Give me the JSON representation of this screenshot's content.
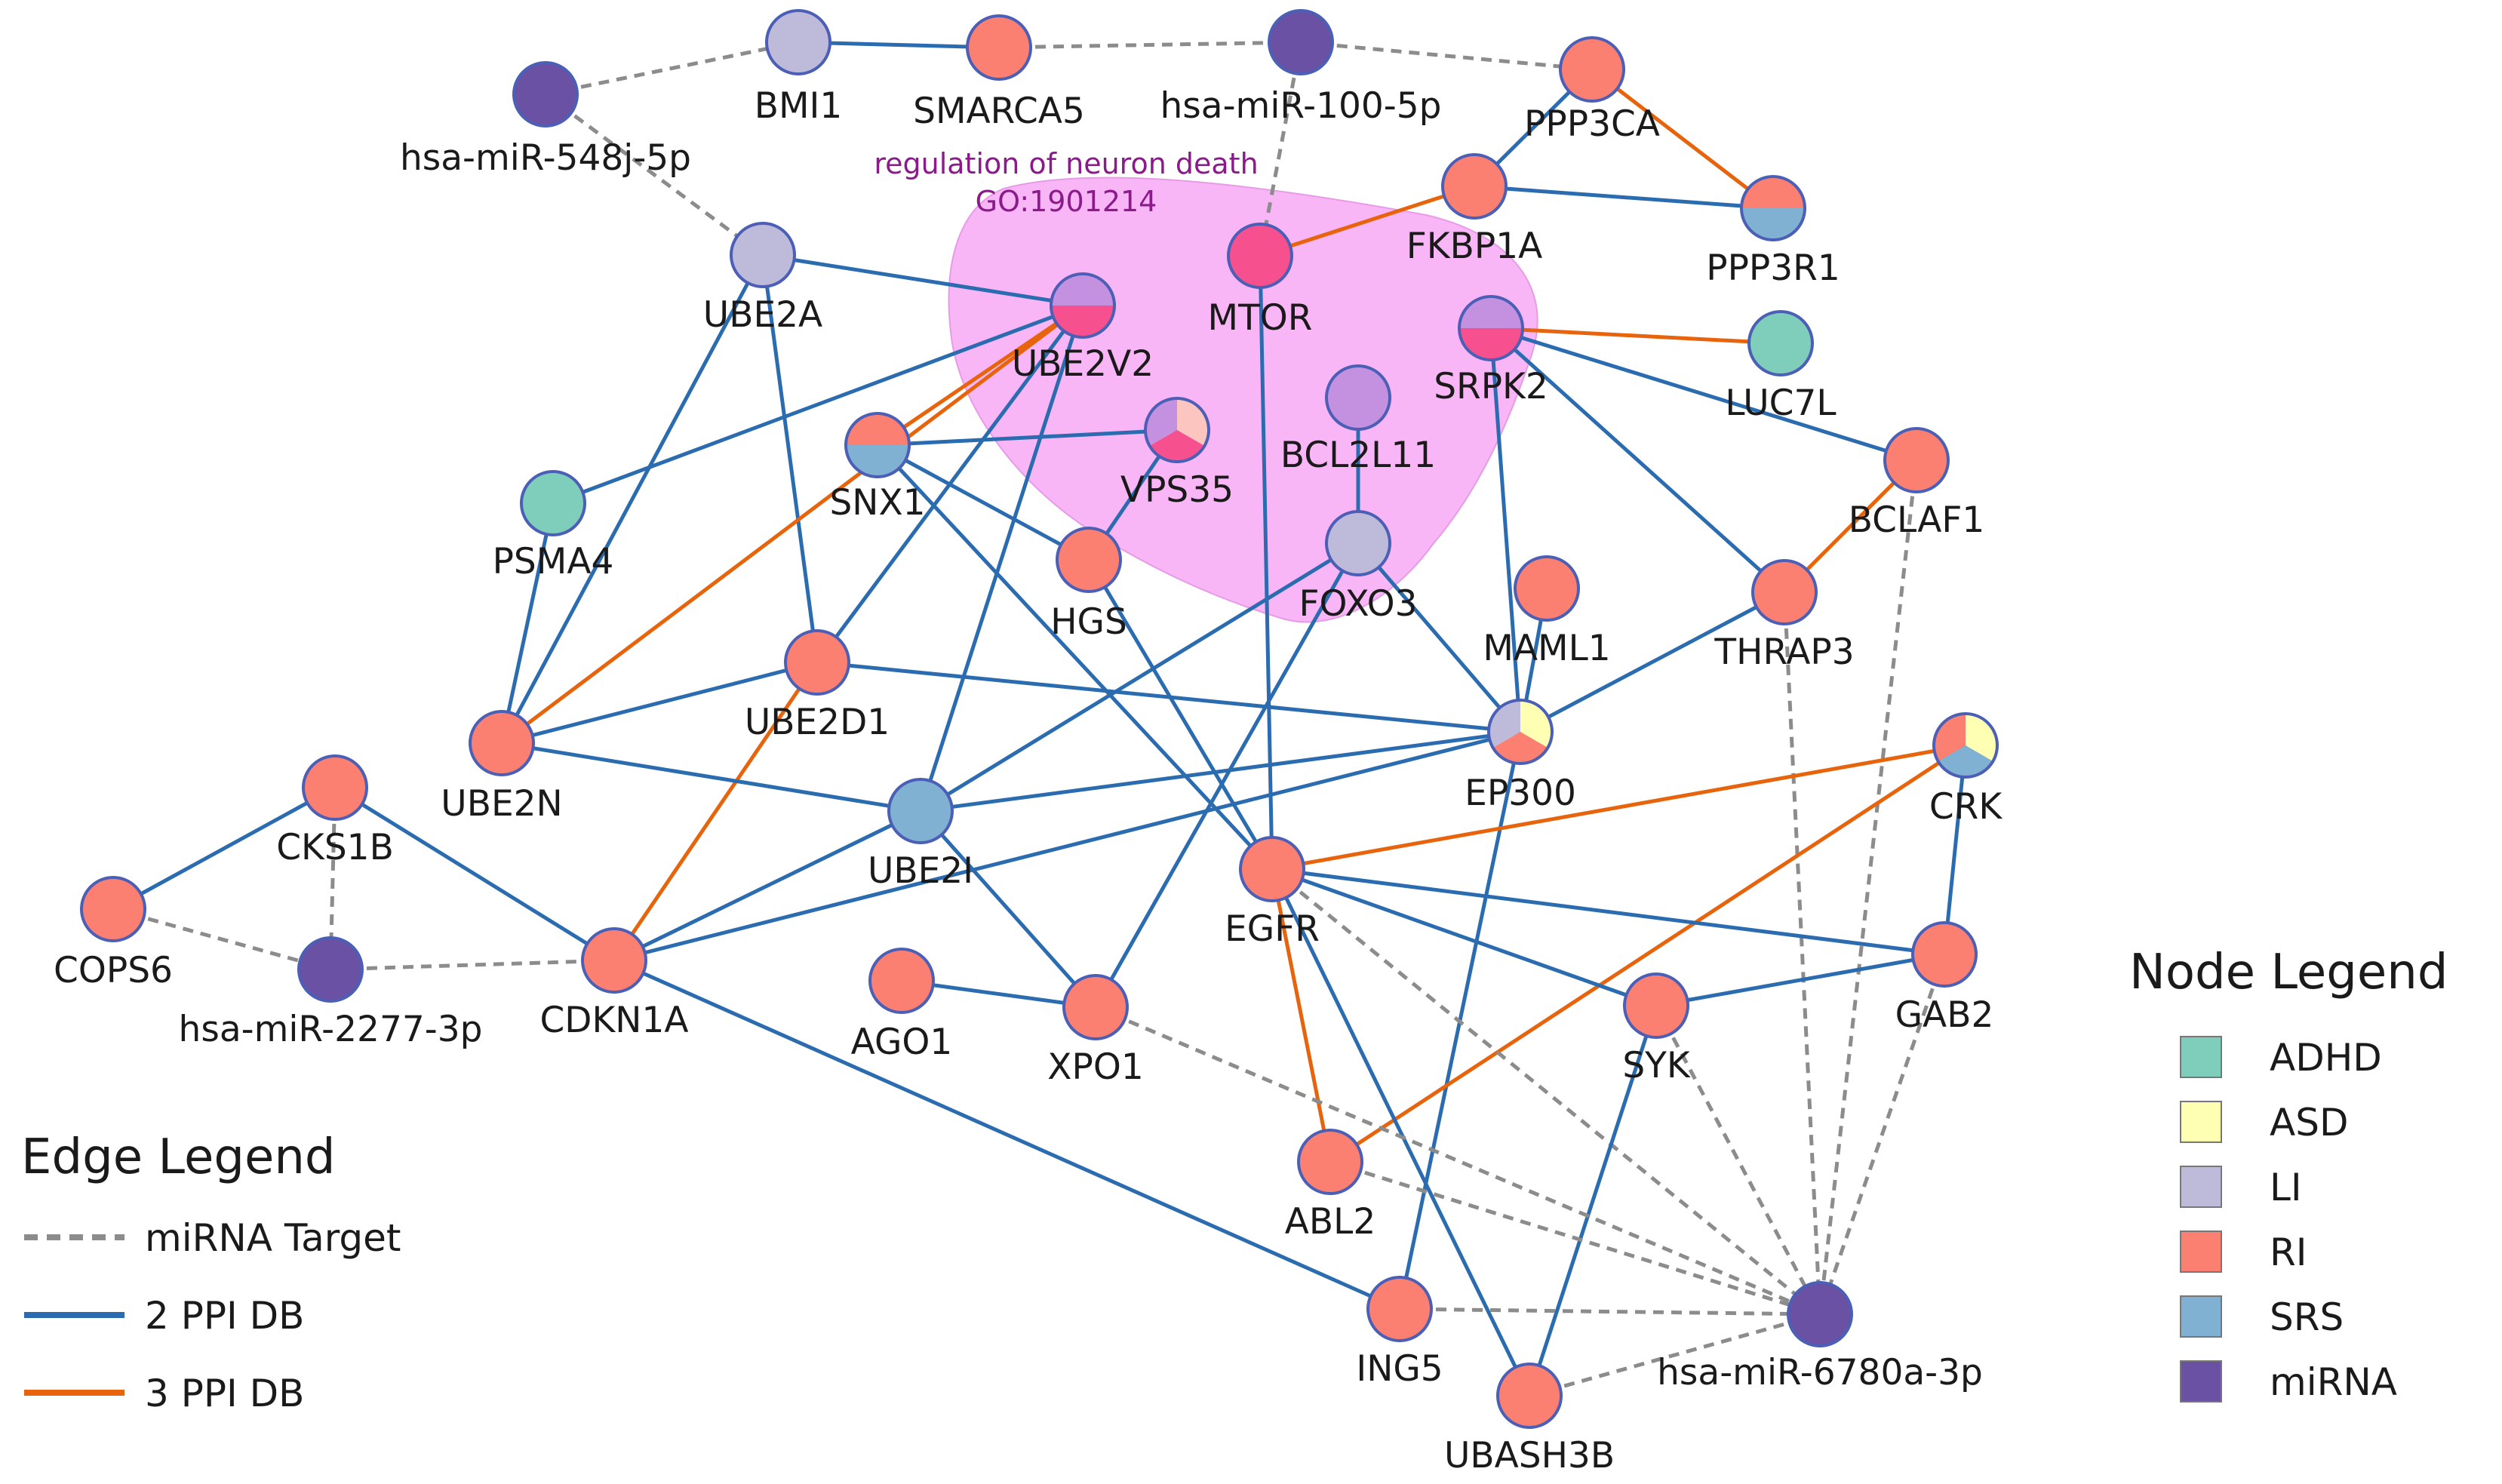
{
  "colors": {
    "ADHD": "#7fcdbb",
    "ASD": "#ffffb3",
    "LI": "#bebada",
    "RI": "#fb8072",
    "SRS": "#80b1d3",
    "miRNA": "#6a51a3",
    "magenta": "#f7508f",
    "light_pink": "#fcc5c0",
    "light_purple": "#c490e0",
    "edge_mirna": "#8c8c8c",
    "edge_2ppi": "#2b6cb0",
    "edge_3ppi": "#e8640c",
    "region_fill": "#f9b6f6",
    "region_label": "#8b1a8b"
  },
  "region": {
    "label_line1": "regulation of neuron death",
    "label_line2": "GO:1901214"
  },
  "nodes": [
    {
      "id": "BMI1",
      "label": "BMI1",
      "colors": [
        "LI"
      ]
    },
    {
      "id": "SMARCA5",
      "label": "SMARCA5",
      "colors": [
        "RI"
      ]
    },
    {
      "id": "miR100",
      "label": "hsa-miR-100-5p",
      "colors": [
        "miRNA"
      ]
    },
    {
      "id": "miR548",
      "label": "hsa-miR-548j-5p",
      "colors": [
        "miRNA"
      ]
    },
    {
      "id": "PPP3CA",
      "label": "PPP3CA",
      "colors": [
        "RI"
      ]
    },
    {
      "id": "FKBP1A",
      "label": "FKBP1A",
      "colors": [
        "RI"
      ]
    },
    {
      "id": "PPP3R1",
      "label": "PPP3R1",
      "colors": [
        "RI",
        "SRS"
      ]
    },
    {
      "id": "UBE2A",
      "label": "UBE2A",
      "colors": [
        "LI"
      ]
    },
    {
      "id": "MTOR",
      "label": "MTOR",
      "colors": [
        "magenta"
      ]
    },
    {
      "id": "UBE2V2",
      "label": "UBE2V2",
      "colors": [
        "light_purple",
        "magenta"
      ]
    },
    {
      "id": "SRPK2",
      "label": "SRPK2",
      "colors": [
        "light_purple",
        "magenta"
      ]
    },
    {
      "id": "LUC7L",
      "label": "LUC7L",
      "colors": [
        "ADHD"
      ]
    },
    {
      "id": "BCL2L11",
      "label": "BCL2L11",
      "colors": [
        "light_purple"
      ]
    },
    {
      "id": "VPS35",
      "label": "VPS35",
      "colors": [
        "light_pink",
        "magenta",
        "light_purple"
      ]
    },
    {
      "id": "SNX1",
      "label": "SNX1",
      "colors": [
        "RI",
        "SRS"
      ]
    },
    {
      "id": "PSMA4",
      "label": "PSMA4",
      "colors": [
        "ADHD"
      ]
    },
    {
      "id": "BCLAF1",
      "label": "BCLAF1",
      "colors": [
        "RI"
      ]
    },
    {
      "id": "HGS",
      "label": "HGS",
      "colors": [
        "RI"
      ]
    },
    {
      "id": "FOXO3",
      "label": "FOXO3",
      "colors": [
        "LI"
      ]
    },
    {
      "id": "MAML1",
      "label": "MAML1",
      "colors": [
        "RI"
      ]
    },
    {
      "id": "THRAP3",
      "label": "THRAP3",
      "colors": [
        "RI"
      ]
    },
    {
      "id": "UBE2D1",
      "label": "UBE2D1",
      "colors": [
        "RI"
      ]
    },
    {
      "id": "UBE2N",
      "label": "UBE2N",
      "colors": [
        "RI"
      ]
    },
    {
      "id": "EP300",
      "label": "EP300",
      "colors": [
        "ASD",
        "RI",
        "LI"
      ]
    },
    {
      "id": "CRK",
      "label": "CRK",
      "colors": [
        "ASD",
        "SRS",
        "RI"
      ]
    },
    {
      "id": "CKS1B",
      "label": "CKS1B",
      "colors": [
        "RI"
      ]
    },
    {
      "id": "UBE2I",
      "label": "UBE2I",
      "colors": [
        "SRS"
      ]
    },
    {
      "id": "EGFR",
      "label": "EGFR",
      "colors": [
        "RI"
      ]
    },
    {
      "id": "COPS6",
      "label": "COPS6",
      "colors": [
        "RI"
      ]
    },
    {
      "id": "miR2277",
      "label": "hsa-miR-2277-3p",
      "colors": [
        "miRNA"
      ]
    },
    {
      "id": "CDKN1A",
      "label": "CDKN1A",
      "colors": [
        "RI"
      ]
    },
    {
      "id": "AGO1",
      "label": "AGO1",
      "colors": [
        "RI"
      ]
    },
    {
      "id": "XPO1",
      "label": "XPO1",
      "colors": [
        "RI"
      ]
    },
    {
      "id": "SYK",
      "label": "SYK",
      "colors": [
        "RI"
      ]
    },
    {
      "id": "GAB2",
      "label": "GAB2",
      "colors": [
        "RI"
      ]
    },
    {
      "id": "ABL2",
      "label": "ABL2",
      "colors": [
        "RI"
      ]
    },
    {
      "id": "ING5",
      "label": "ING5",
      "colors": [
        "RI"
      ]
    },
    {
      "id": "miR6780",
      "label": "hsa-miR-6780a-3p",
      "colors": [
        "miRNA"
      ]
    },
    {
      "id": "UBASH3B",
      "label": "UBASH3B",
      "colors": [
        "RI"
      ]
    }
  ],
  "edges": [
    {
      "s": "miR548",
      "t": "BMI1",
      "type": "mirna"
    },
    {
      "s": "BMI1",
      "t": "SMARCA5",
      "type": "ppi2"
    },
    {
      "s": "SMARCA5",
      "t": "miR100",
      "type": "mirna"
    },
    {
      "s": "miR100",
      "t": "PPP3CA",
      "type": "mirna"
    },
    {
      "s": "miR548",
      "t": "UBE2A",
      "type": "mirna"
    },
    {
      "s": "miR100",
      "t": "MTOR",
      "type": "mirna"
    },
    {
      "s": "PPP3CA",
      "t": "FKBP1A",
      "type": "ppi2"
    },
    {
      "s": "PPP3CA",
      "t": "PPP3R1",
      "type": "ppi3"
    },
    {
      "s": "FKBP1A",
      "t": "PPP3R1",
      "type": "ppi2"
    },
    {
      "s": "MTOR",
      "t": "FKBP1A",
      "type": "ppi3"
    },
    {
      "s": "MTOR",
      "t": "EGFR",
      "type": "ppi2"
    },
    {
      "s": "SRPK2",
      "t": "LUC7L",
      "type": "ppi3"
    },
    {
      "s": "SRPK2",
      "t": "BCLAF1",
      "type": "ppi2"
    },
    {
      "s": "SRPK2",
      "t": "THRAP3",
      "type": "ppi2"
    },
    {
      "s": "SRPK2",
      "t": "EP300",
      "type": "ppi2"
    },
    {
      "s": "UBE2A",
      "t": "UBE2V2",
      "type": "ppi2"
    },
    {
      "s": "UBE2A",
      "t": "UBE2N",
      "type": "ppi2"
    },
    {
      "s": "UBE2A",
      "t": "UBE2D1",
      "type": "ppi2"
    },
    {
      "s": "UBE2V2",
      "t": "PSMA4",
      "type": "ppi2"
    },
    {
      "s": "UBE2V2",
      "t": "SNX1",
      "type": "ppi3"
    },
    {
      "s": "UBE2V2",
      "t": "UBE2N",
      "type": "ppi3"
    },
    {
      "s": "UBE2V2",
      "t": "UBE2D1",
      "type": "ppi2"
    },
    {
      "s": "UBE2V2",
      "t": "UBE2I",
      "type": "ppi2"
    },
    {
      "s": "SNX1",
      "t": "VPS35",
      "type": "ppi2"
    },
    {
      "s": "SNX1",
      "t": "HGS",
      "type": "ppi2"
    },
    {
      "s": "SNX1",
      "t": "EGFR",
      "type": "ppi2"
    },
    {
      "s": "VPS35",
      "t": "HGS",
      "type": "ppi2"
    },
    {
      "s": "HGS",
      "t": "EGFR",
      "type": "ppi2"
    },
    {
      "s": "BCL2L11",
      "t": "FOXO3",
      "type": "ppi2"
    },
    {
      "s": "FOXO3",
      "t": "EP300",
      "type": "ppi2"
    },
    {
      "s": "FOXO3",
      "t": "UBE2I",
      "type": "ppi2"
    },
    {
      "s": "FOXO3",
      "t": "XPO1",
      "type": "ppi2"
    },
    {
      "s": "PSMA4",
      "t": "UBE2N",
      "type": "ppi2"
    },
    {
      "s": "BCLAF1",
      "t": "THRAP3",
      "type": "ppi3"
    },
    {
      "s": "BCLAF1",
      "t": "miR6780",
      "type": "mirna"
    },
    {
      "s": "THRAP3",
      "t": "EP300",
      "type": "ppi2"
    },
    {
      "s": "THRAP3",
      "t": "miR6780",
      "type": "mirna"
    },
    {
      "s": "MAML1",
      "t": "EP300",
      "type": "ppi2"
    },
    {
      "s": "UBE2D1",
      "t": "UBE2N",
      "type": "ppi2"
    },
    {
      "s": "UBE2D1",
      "t": "EP300",
      "type": "ppi2"
    },
    {
      "s": "UBE2D1",
      "t": "CDKN1A",
      "type": "ppi3"
    },
    {
      "s": "UBE2N",
      "t": "UBE2I",
      "type": "ppi2"
    },
    {
      "s": "UBE2I",
      "t": "EP300",
      "type": "ppi2"
    },
    {
      "s": "UBE2I",
      "t": "CDKN1A",
      "type": "ppi2"
    },
    {
      "s": "UBE2I",
      "t": "XPO1",
      "type": "ppi2"
    },
    {
      "s": "EP300",
      "t": "CDKN1A",
      "type": "ppi2"
    },
    {
      "s": "EP300",
      "t": "ING5",
      "type": "ppi2"
    },
    {
      "s": "CRK",
      "t": "EGFR",
      "type": "ppi3"
    },
    {
      "s": "CRK",
      "t": "ABL2",
      "type": "ppi3"
    },
    {
      "s": "CRK",
      "t": "GAB2",
      "type": "ppi2"
    },
    {
      "s": "EGFR",
      "t": "GAB2",
      "type": "ppi2"
    },
    {
      "s": "EGFR",
      "t": "SYK",
      "type": "ppi2"
    },
    {
      "s": "EGFR",
      "t": "ABL2",
      "type": "ppi3"
    },
    {
      "s": "EGFR",
      "t": "UBASH3B",
      "type": "ppi2"
    },
    {
      "s": "EGFR",
      "t": "miR6780",
      "type": "mirna"
    },
    {
      "s": "SYK",
      "t": "GAB2",
      "type": "ppi2"
    },
    {
      "s": "SYK",
      "t": "UBASH3B",
      "type": "ppi2"
    },
    {
      "s": "SYK",
      "t": "miR6780",
      "type": "mirna"
    },
    {
      "s": "GAB2",
      "t": "miR6780",
      "type": "mirna"
    },
    {
      "s": "ABL2",
      "t": "miR6780",
      "type": "mirna"
    },
    {
      "s": "XPO1",
      "t": "miR6780",
      "type": "mirna"
    },
    {
      "s": "ING5",
      "t": "miR6780",
      "type": "mirna"
    },
    {
      "s": "UBASH3B",
      "t": "miR6780",
      "type": "mirna"
    },
    {
      "s": "AGO1",
      "t": "XPO1",
      "type": "ppi2"
    },
    {
      "s": "CKS1B",
      "t": "COPS6",
      "type": "ppi2"
    },
    {
      "s": "CKS1B",
      "t": "miR2277",
      "type": "mirna"
    },
    {
      "s": "CKS1B",
      "t": "CDKN1A",
      "type": "ppi2"
    },
    {
      "s": "COPS6",
      "t": "miR2277",
      "type": "mirna"
    },
    {
      "s": "miR2277",
      "t": "CDKN1A",
      "type": "mirna"
    },
    {
      "s": "CDKN1A",
      "t": "ING5",
      "type": "ppi2"
    }
  ],
  "edge_legend": {
    "title": "Edge Legend",
    "items": [
      {
        "label": "miRNA Target",
        "type": "mirna"
      },
      {
        "label": "2 PPI DB",
        "type": "ppi2"
      },
      {
        "label": "3 PPI DB",
        "type": "ppi3"
      }
    ]
  },
  "node_legend": {
    "title": "Node Legend",
    "items": [
      {
        "label": "ADHD",
        "key": "ADHD"
      },
      {
        "label": "ASD",
        "key": "ASD"
      },
      {
        "label": "LI",
        "key": "LI"
      },
      {
        "label": "RI",
        "key": "RI"
      },
      {
        "label": "SRS",
        "key": "SRS"
      },
      {
        "label": "miRNA",
        "key": "miRNA"
      }
    ]
  }
}
